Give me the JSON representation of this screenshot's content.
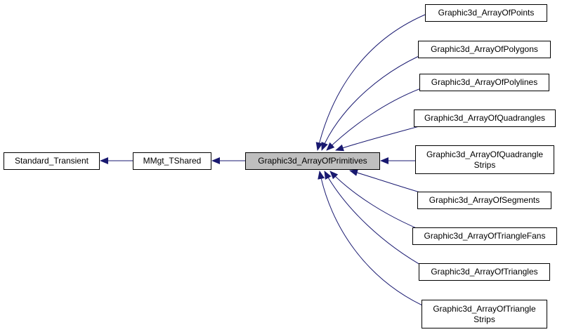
{
  "diagram": {
    "root": "Standard_Transient",
    "parent": "MMgt_TShared",
    "focus": "Graphic3d_ArrayOfPrimitives",
    "children": [
      "Graphic3d_ArrayOfPoints",
      "Graphic3d_ArrayOfPolygons",
      "Graphic3d_ArrayOfPolylines",
      "Graphic3d_ArrayOfQuadrangles",
      "Graphic3d_ArrayOfQuadrangle\nStrips",
      "Graphic3d_ArrayOfSegments",
      "Graphic3d_ArrayOfTriangleFans",
      "Graphic3d_ArrayOfTriangles",
      "Graphic3d_ArrayOfTriangle\nStrips"
    ],
    "colors": {
      "edge": "#191970",
      "node_border": "#000000",
      "focus_fill": "#bfbfbf",
      "node_fill": "#ffffff"
    }
  }
}
